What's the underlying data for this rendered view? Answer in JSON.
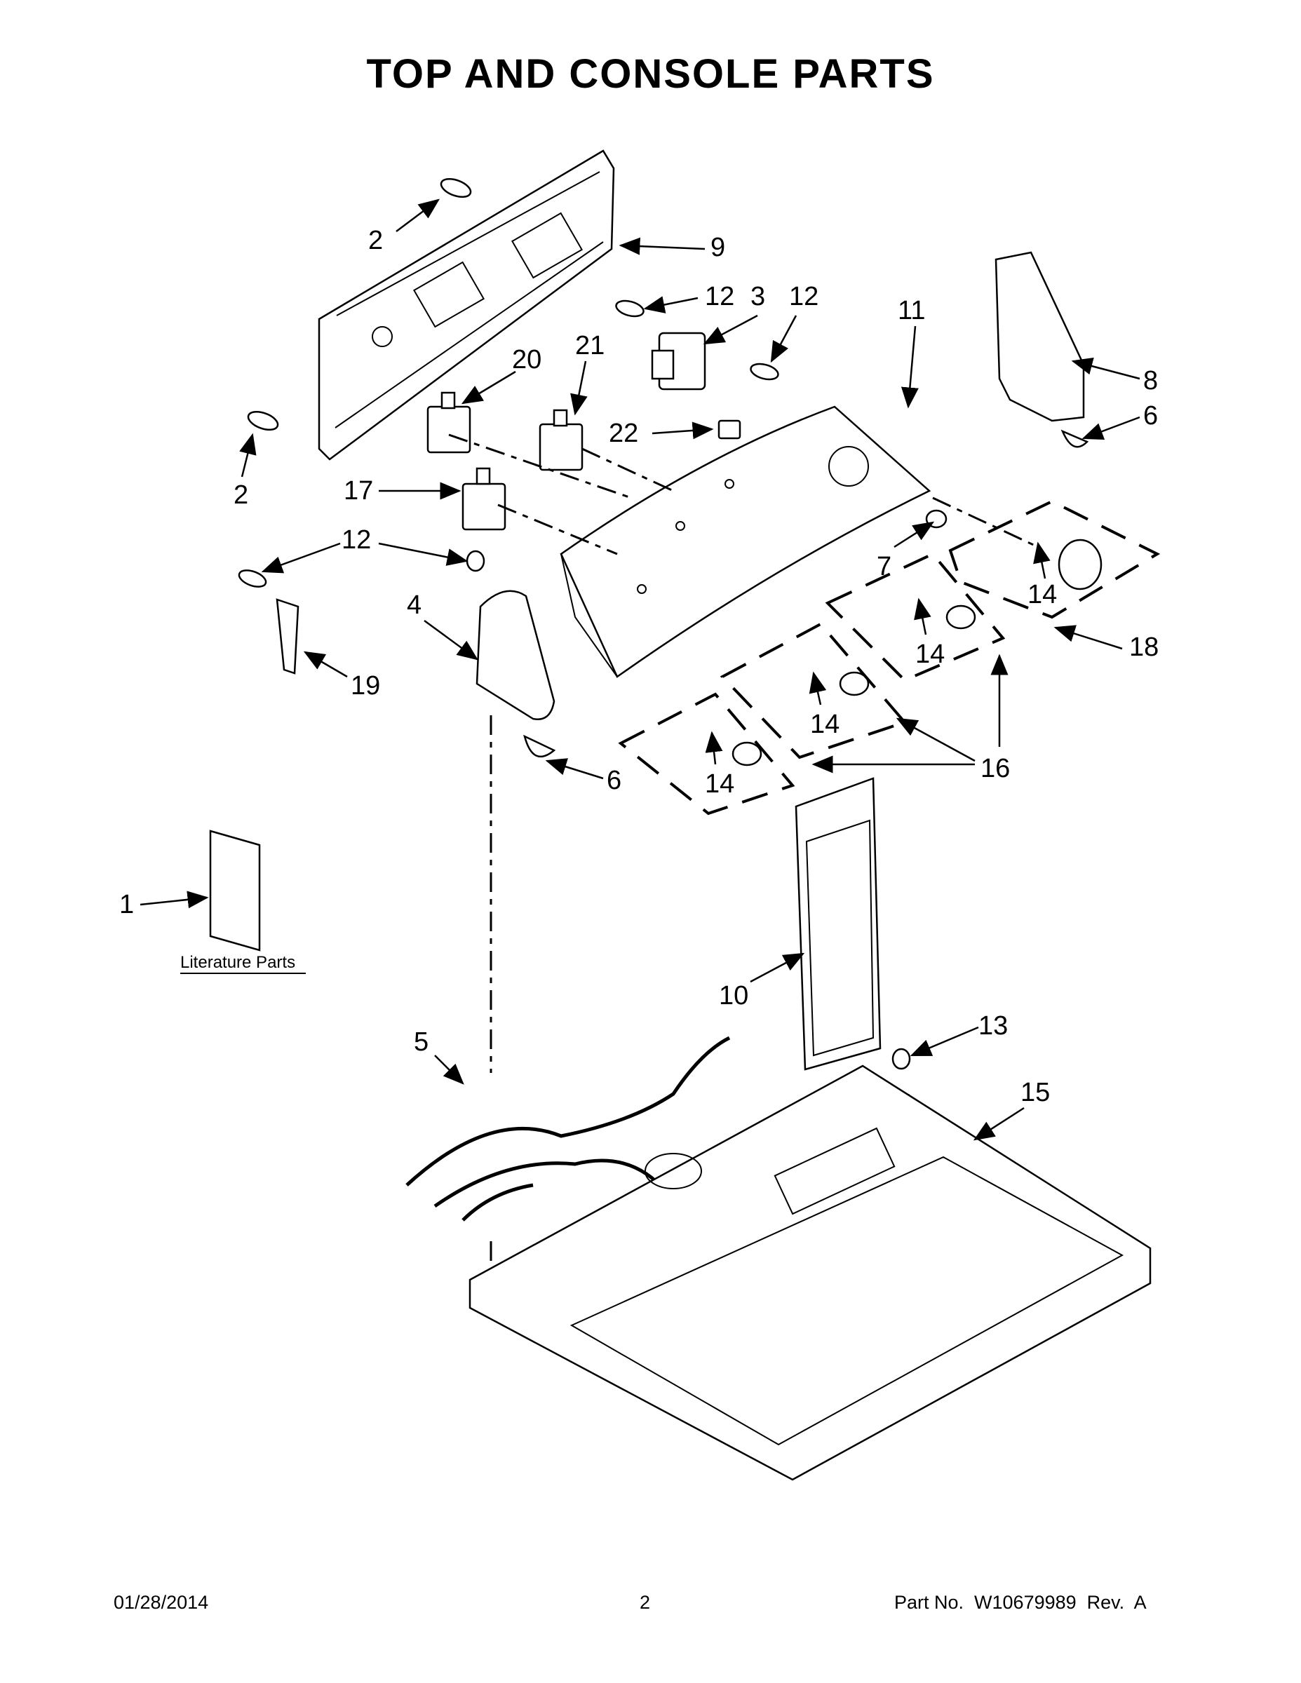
{
  "title": "TOP AND CONSOLE PARTS",
  "literature_label": "Literature Parts",
  "callouts": {
    "c1": "1",
    "c2a": "2",
    "c2b": "2",
    "c3": "3",
    "c4": "4",
    "c5": "5",
    "c6a": "6",
    "c6b": "6",
    "c7": "7",
    "c8": "8",
    "c9": "9",
    "c10": "10",
    "c11": "11",
    "c12a": "12",
    "c12b": "12",
    "c12c": "12",
    "c13": "13",
    "c14a": "14",
    "c14b": "14",
    "c14c": "14",
    "c14d": "14",
    "c15": "15",
    "c16": "16",
    "c17": "17",
    "c18": "18",
    "c19": "19",
    "c20": "20",
    "c21": "21",
    "c22": "22"
  },
  "footer": {
    "date": "01/28/2014",
    "page": "2",
    "part_no": "Part No.  W10679989  Rev.  A"
  }
}
